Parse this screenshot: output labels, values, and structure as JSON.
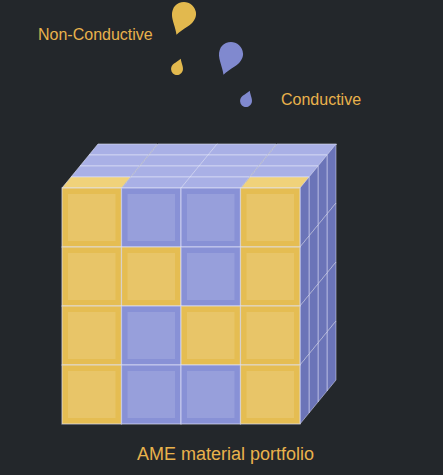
{
  "diagram": {
    "caption": "AME material portfolio",
    "labels": [
      "Non-Conductive",
      "Conductive"
    ]
  }
}
